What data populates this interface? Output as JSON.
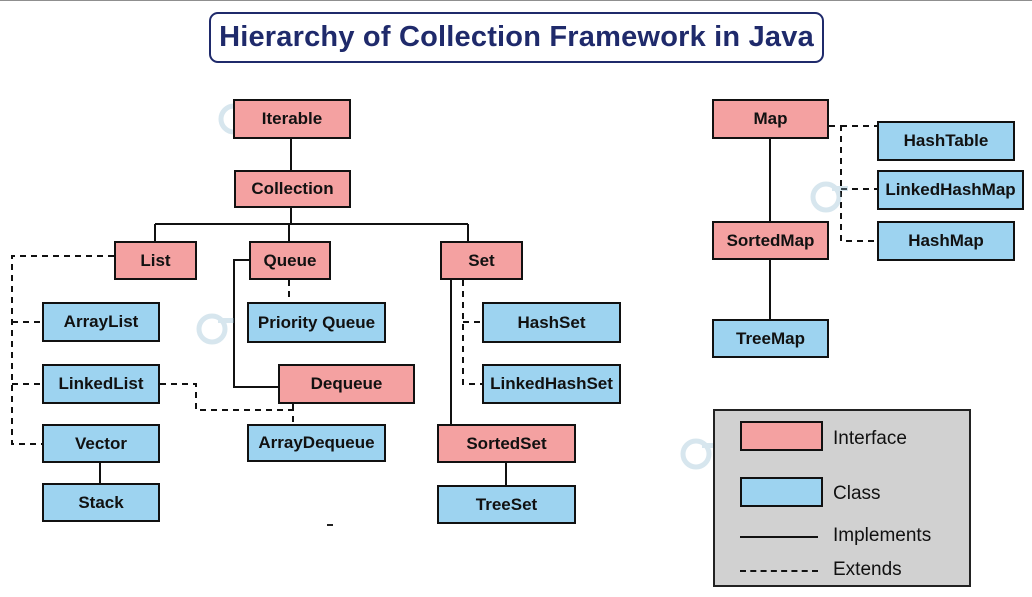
{
  "title": "Hierarchy of Collection Framework in Java",
  "colors": {
    "interface": "#f4a1a1",
    "class": "#9dd3f0",
    "title": "#1f2a6b",
    "legend_background": "#d1d1d1"
  },
  "nodes": {
    "iterable": "Iterable",
    "collection": "Collection",
    "list": "List",
    "queue": "Queue",
    "set": "Set",
    "arraylist": "ArrayList",
    "linkedlist": "LinkedList",
    "vector": "Vector",
    "stack": "Stack",
    "priority_queue": "Priority Queue",
    "dequeue": "Dequeue",
    "arraydequeue": "ArrayDequeue",
    "hashset": "HashSet",
    "linkedhashset": "LinkedHashSet",
    "sortedset": "SortedSet",
    "treeset": "TreeSet",
    "map": "Map",
    "hashtable": "HashTable",
    "linkedhashmap": "LinkedHashMap",
    "hashmap": "HashMap",
    "sortedmap": "SortedMap",
    "treemap": "TreeMap"
  },
  "legend": {
    "interface": "Interface",
    "class": "Class",
    "implements": "Implements",
    "extends": "Extends"
  },
  "watermark_icon": "dataflair-logo-watermark"
}
